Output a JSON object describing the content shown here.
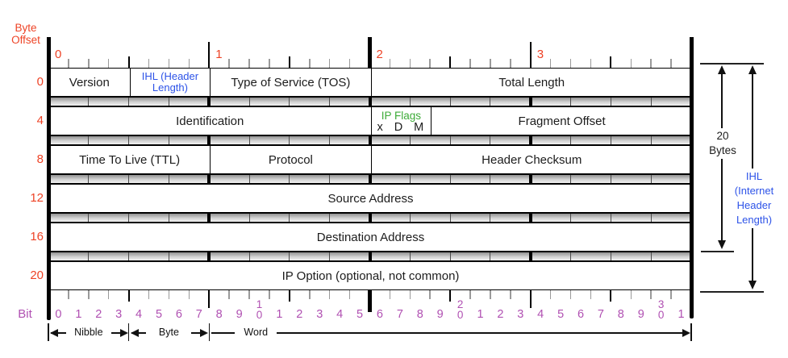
{
  "title_labels": {
    "byte_offset": "Byte Offset",
    "bit": "Bit"
  },
  "colors": {
    "offset_red": "#ee4326",
    "bit_purple": "#b050b2",
    "ihl_blue": "#2d53e8",
    "flags_green": "#3dab38",
    "field_text": "#1c1c1c"
  },
  "top_ruler_numbers": [
    "0",
    "1",
    "2",
    "3"
  ],
  "rows": [
    {
      "offset": "0",
      "fields": [
        {
          "label": "Version",
          "from": 0,
          "to": 4
        },
        {
          "label": "IHL (Header Length)",
          "from": 4,
          "to": 8,
          "color": "ihl_blue",
          "small": true
        },
        {
          "label": "Type of Service (TOS)",
          "from": 8,
          "to": 16
        },
        {
          "label": "Total Length",
          "from": 16,
          "to": 32
        }
      ]
    },
    {
      "offset": "4",
      "fields": [
        {
          "label": "Identification",
          "from": 0,
          "to": 16
        },
        {
          "label": "IP Flags",
          "from": 16,
          "to": 19,
          "color": "flags_green",
          "flags": [
            "x",
            "D",
            "M"
          ]
        },
        {
          "label": "Fragment Offset",
          "from": 19,
          "to": 32
        }
      ]
    },
    {
      "offset": "8",
      "fields": [
        {
          "label": "Time To Live (TTL)",
          "from": 0,
          "to": 8
        },
        {
          "label": "Protocol",
          "from": 8,
          "to": 16
        },
        {
          "label": "Header Checksum",
          "from": 16,
          "to": 32
        }
      ]
    },
    {
      "offset": "12",
      "fields": [
        {
          "label": "Source Address",
          "from": 0,
          "to": 32
        }
      ]
    },
    {
      "offset": "16",
      "fields": [
        {
          "label": "Destination Address",
          "from": 0,
          "to": 32
        }
      ]
    },
    {
      "offset": "20",
      "fields": [
        {
          "label": "IP Option (optional, not common)",
          "from": 0,
          "to": 32
        }
      ]
    }
  ],
  "bit_numbers": [
    "0",
    "1",
    "2",
    "3",
    "4",
    "5",
    "6",
    "7",
    "8",
    "9",
    "10",
    "1",
    "2",
    "3",
    "4",
    "5",
    "6",
    "7",
    "8",
    "9",
    "20",
    "1",
    "2",
    "3",
    "4",
    "5",
    "6",
    "7",
    "8",
    "9",
    "30",
    "1"
  ],
  "scale_arrows": [
    {
      "label": "Nibble",
      "from": 0,
      "to": 4,
      "double": true
    },
    {
      "label": "Byte",
      "from": 4,
      "to": 8,
      "double": true
    },
    {
      "label": "Word",
      "from": 8,
      "to": 32,
      "double": false
    }
  ],
  "right_annotations": {
    "bytes_arrow": {
      "lines": [
        "20",
        "Bytes"
      ]
    },
    "ihl_arrow": {
      "lines": [
        "IHL",
        "(Internet",
        "Header",
        "Length)"
      ]
    }
  }
}
